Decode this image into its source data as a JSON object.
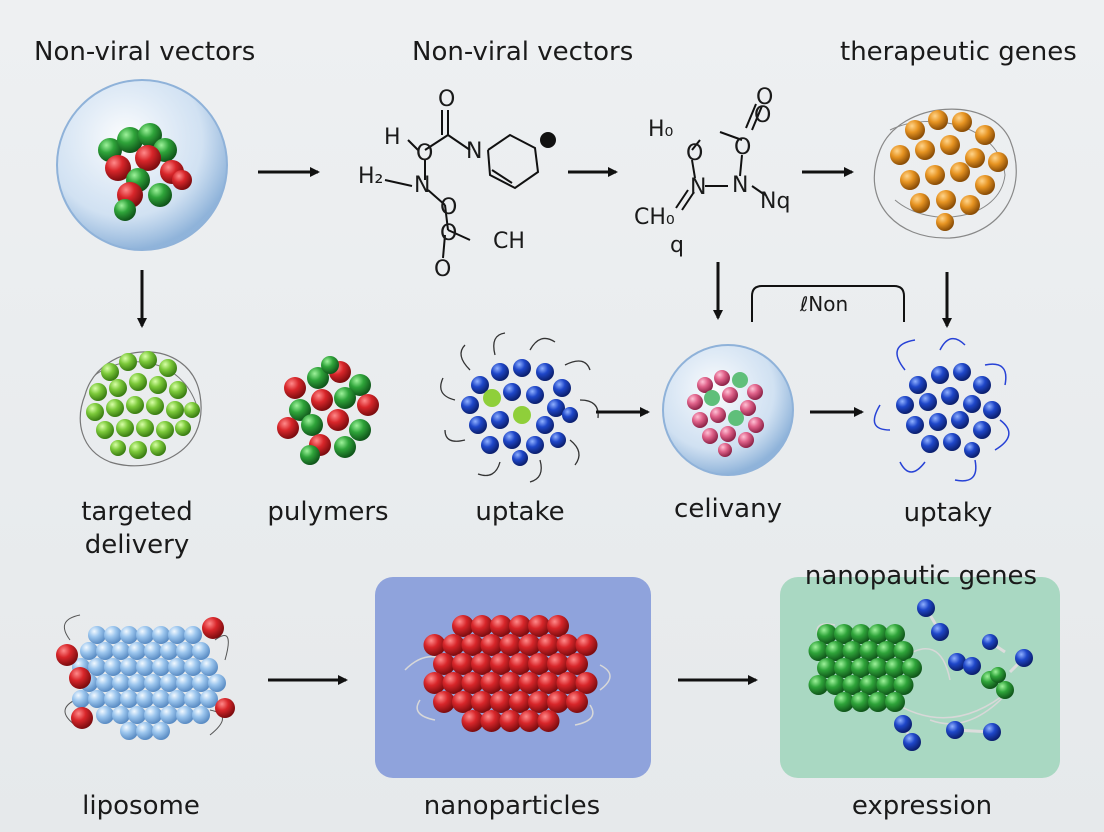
{
  "top": {
    "title_left": "Non-viral vectors",
    "title_center": "Non-viral vectors",
    "title_right": "therapeutic genes"
  },
  "chem1": {
    "atoms": [
      "O",
      "H",
      "O",
      "N",
      "H₂",
      "N",
      "O",
      "O",
      "CH",
      "O"
    ]
  },
  "chem2": {
    "atoms": [
      "O",
      "O",
      "H₀",
      "O",
      "O",
      "N",
      "N",
      "Nq",
      "CH₀",
      "q"
    ]
  },
  "bracket": {
    "label": "ℓNon"
  },
  "middle": {
    "targeted_delivery": "targeted\ndelivery",
    "pulymers": "pulymers",
    "uptake": "uptake",
    "celivany": "celivany",
    "uptaky": "uptaky"
  },
  "bottom": {
    "liposome": "liposome",
    "nanoparticles": "nanoparticles",
    "nanopautic_genes": "nanopautic genes",
    "expression": "expression"
  },
  "colors": {
    "panel_blue": "#8fa3dc",
    "panel_green": "#a9d8c2",
    "red": "#d8262a",
    "green": "#2fa43a",
    "blue": "#1f47c9",
    "light_blue": "#9cc6ee",
    "orange": "#e79422",
    "pink": "#e0628a"
  }
}
